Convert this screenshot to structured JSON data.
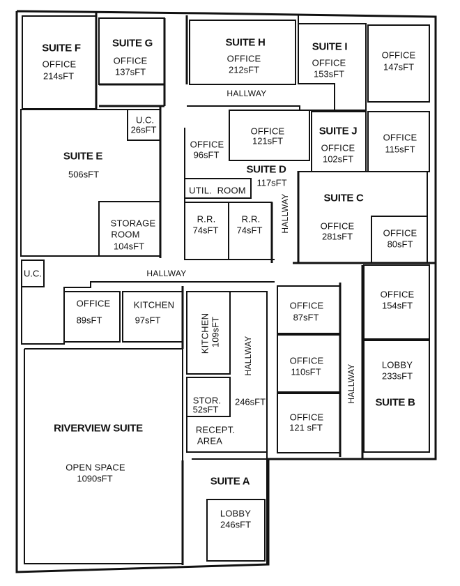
{
  "plan": {
    "colors": {
      "wall": "#111111",
      "background": "#ffffff",
      "text": "#111111"
    },
    "suites": {
      "F": {
        "name": "SUITE F",
        "type": "OFFICE",
        "area": "214sFT"
      },
      "G": {
        "name": "SUITE G",
        "type": "OFFICE",
        "area": "137sFT"
      },
      "H": {
        "name": "SUITE H",
        "type": "OFFICE",
        "area": "212sFT"
      },
      "I": {
        "name": "SUITE I",
        "type": "OFFICE",
        "area": "153sFT",
        "office2_type": "OFFICE",
        "office2_area": "147sFT"
      },
      "J": {
        "name": "SUITE J",
        "type": "OFFICE",
        "area": "102sFT",
        "office2_type": "OFFICE",
        "office2_area": "115sFT"
      },
      "E": {
        "name": "SUITE E",
        "area": "506sFT",
        "uc_label": "U.C.",
        "uc_area": "26sFT",
        "storage_label1": "STORAGE",
        "storage_label2": "ROOM",
        "storage_area": "104sFT"
      },
      "D": {
        "name": "SUITE D",
        "area": "117sFT",
        "office1_type": "OFFICE",
        "office1_area": "96sFT",
        "office2_type": "OFFICE",
        "office2_area": "121sFT",
        "util": "UTIL.  ROOM",
        "rr1_label": "R.R.",
        "rr1_area": "74sFT",
        "rr2_label": "R.R.",
        "rr2_area": "74sFT"
      },
      "C": {
        "name": "SUITE C",
        "type": "OFFICE",
        "area": "281sFT",
        "office2_type": "OFFICE",
        "office2_area": "80sFT"
      },
      "B": {
        "name": "SUITE B",
        "office_type": "OFFICE",
        "office_area": "154sFT",
        "lobby_type": "LOBBY",
        "lobby_area": "233sFT"
      },
      "center": {
        "office1_type": "OFFICE",
        "office1_area": "87sFT",
        "office2_type": "OFFICE",
        "office2_area": "110sFT",
        "office3_type": "OFFICE",
        "office3_area": "121 sFT"
      },
      "west": {
        "office_type": "OFFICE",
        "office_area": "89sFT",
        "kitchen_type": "KITCHEN",
        "kitchen_area": "97sFT",
        "kitchen2_type": "KITCHEN",
        "kitchen2_area": "109sFT",
        "uc_label": "U.C."
      },
      "A": {
        "name": "SUITE A",
        "type": "LOBBY",
        "area": "246sFT",
        "hall_area": "246sFT",
        "stor_label": "STOR.",
        "stor_area": "52sFT",
        "recept1": "RECEPT.",
        "recept2": "AREA"
      },
      "riverview": {
        "name": "RIVERVIEW SUITE",
        "type": "OPEN SPACE",
        "area": "1090sFT"
      }
    },
    "hallways": {
      "top": "HALLWAY",
      "middle": "HALLWAY",
      "suite_d": "HALLWAY",
      "center": "HALLWAY",
      "east": "HALLWAY"
    }
  }
}
